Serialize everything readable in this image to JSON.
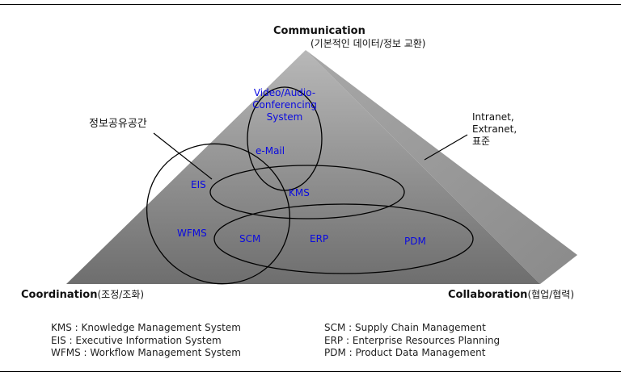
{
  "vertices": {
    "top": {
      "name": "Communication",
      "sub": "(기본적인 데이터/정보 교환)"
    },
    "left": {
      "name": "Coordination",
      "sub": "(조정/조화)"
    },
    "right": {
      "name": "Collaboration",
      "sub": "(협업/협력)"
    }
  },
  "callouts": {
    "info_sharing": "정보공유공간",
    "intranet": [
      "Intranet,",
      "Extranet,",
      "표준"
    ]
  },
  "systems": {
    "video": [
      "Video/Audio-",
      "Conferencing",
      "System"
    ],
    "email": "e-Mail",
    "eis": "EIS",
    "kms": "KMS",
    "wfms": "WFMS",
    "scm": "SCM",
    "erp": "ERP",
    "pdm": "PDM"
  },
  "legend": [
    [
      "KMS : Knowledge Management System",
      "EIS : Executive Information System",
      "WFMS : Workflow Management System"
    ],
    [
      "SCM : Supply Chain Management",
      "ERP : Enterprise Resources Planning",
      "PDM : Product Data Management"
    ]
  ],
  "colors": {
    "pyramid_top": "#b4b4b4",
    "pyramid_bottom": "#707070",
    "pyramid_side": "#9a9a9a",
    "system_text": "#0a0ae0"
  }
}
